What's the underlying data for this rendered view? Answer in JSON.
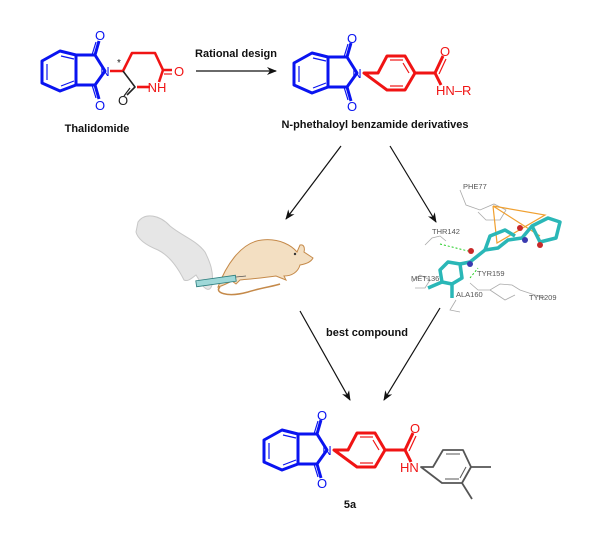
{
  "colors": {
    "phthalimide": "#0a14f0",
    "linker": "#f01414",
    "arrow": "#111111",
    "ligand": "#2ab7b7",
    "pi_interaction": "#f0a030",
    "hbond": "#22cc22"
  },
  "thalidomide": {
    "label": "Thalidomide",
    "stereo_mark": "*",
    "atoms": {
      "o": "O",
      "n": "N",
      "nh": "NH"
    }
  },
  "design_arrow": {
    "label": "Rational design"
  },
  "derivatives": {
    "label": "N-phethaloyl benzamide derivatives",
    "amide": "HN–R",
    "atoms": {
      "o": "O",
      "n": "N"
    }
  },
  "in_vivo": {
    "icon": "hand-injecting-mouse-icon"
  },
  "docking": {
    "residues": [
      "PHE77",
      "THR142",
      "MET136",
      "TYR159",
      "ALA160",
      "TYR209"
    ]
  },
  "selection": {
    "label": "best compound"
  },
  "final": {
    "label": "5a",
    "amide": "HN",
    "atoms": {
      "o": "O",
      "n": "N"
    }
  }
}
